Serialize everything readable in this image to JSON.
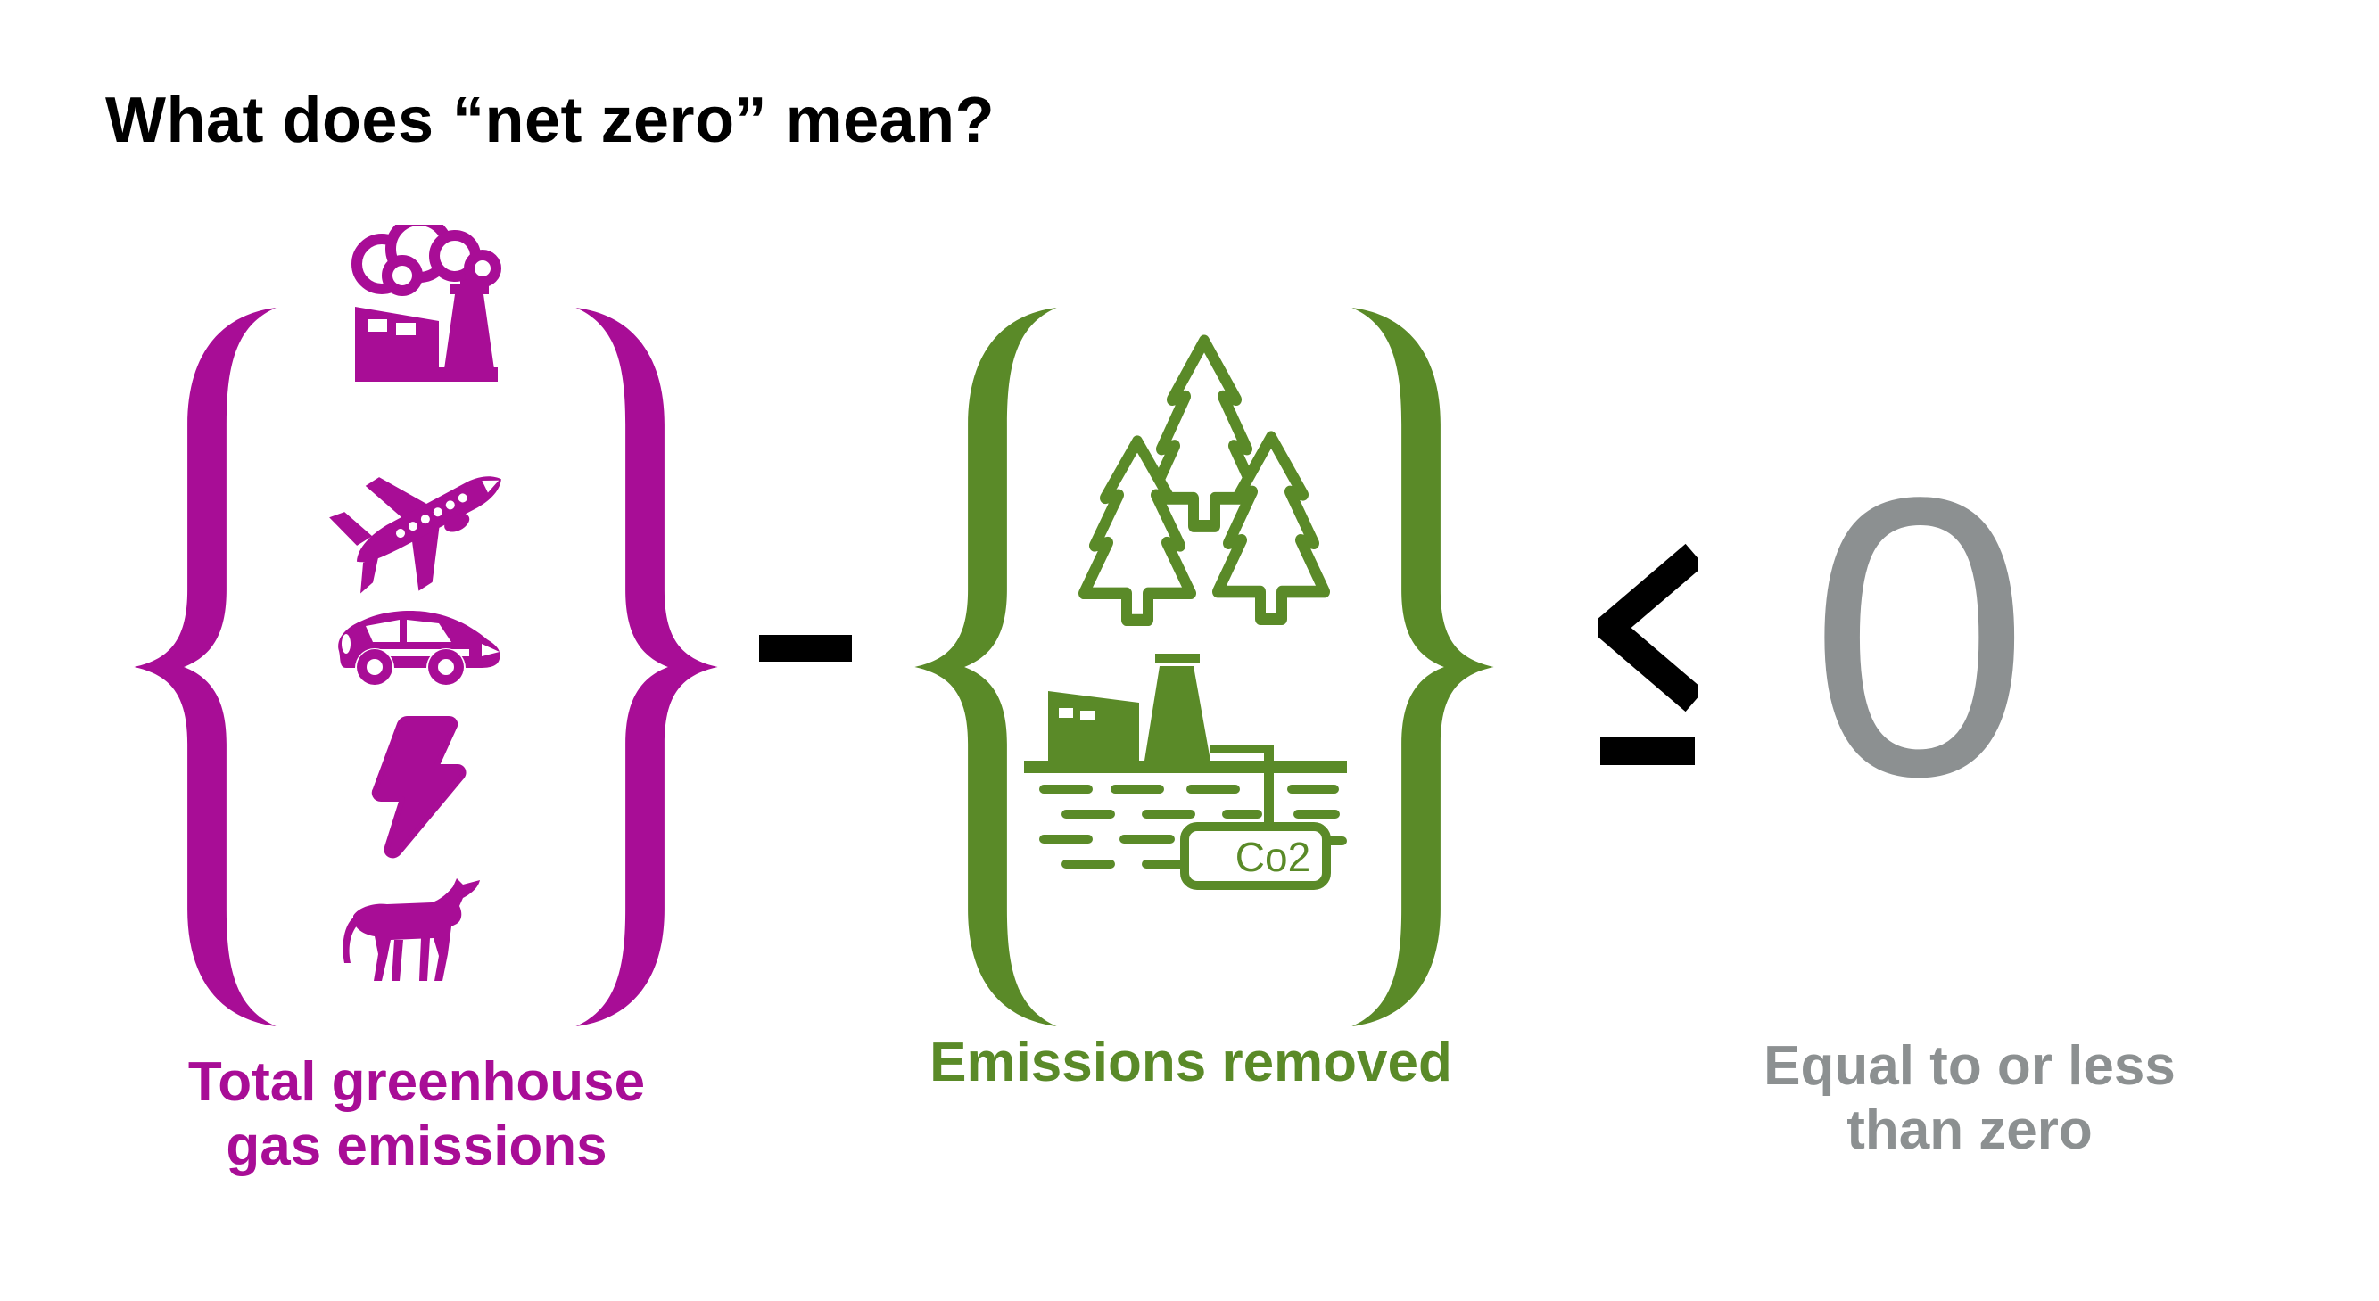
{
  "title": "What does “net zero” mean?",
  "colors": {
    "magenta": "#A80D96",
    "green": "#5A8A28",
    "gray": "#8C9091",
    "black": "#000000",
    "background": "#FFFFFF"
  },
  "equation": {
    "minuend": {
      "label_line1": "Total greenhouse",
      "label_line2": "gas emissions",
      "icons": [
        "factory-emissions",
        "airplane",
        "car",
        "electricity-bolt",
        "cow"
      ]
    },
    "operator": "−",
    "subtrahend": {
      "label": "Emissions removed",
      "icons": [
        "pine-trees",
        "carbon-capture-factory"
      ],
      "co2_label": "Co2"
    },
    "comparator": "≤",
    "result": "0",
    "result_label_line1": "Equal to or less",
    "result_label_line2": "than zero"
  }
}
